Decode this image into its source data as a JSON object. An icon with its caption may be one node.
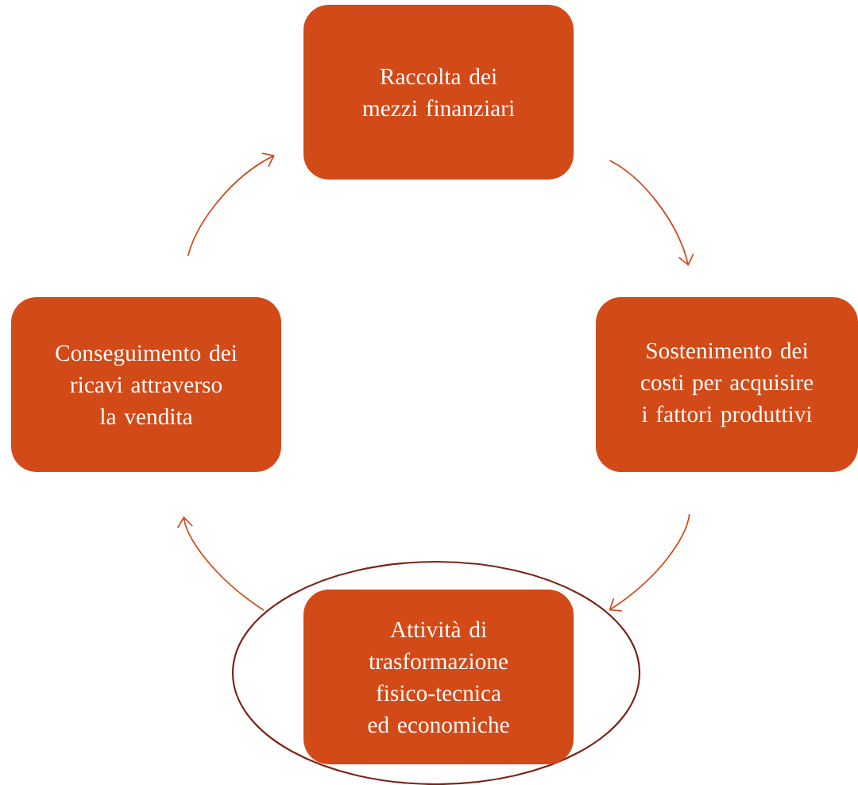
{
  "diagram": {
    "nodes": [
      {
        "text": [
          "Raccolta dei mezzi finanziari"
        ]
      },
      {
        "text": [
          "Sostenimento dei costi per acquisire i fattori produttivi"
        ]
      },
      {
        "text": [],
        "shape": "ellipse"
      },
      {
        "text": [
          "Attività di trasformazione fisico-tecnica ed economiche"
        ],
        "in": 2
      },
      {
        "text": [
          "Conseguimento dei ricavi attraverso la vendita"
        ]
      }
    ],
    "edges": [
      {
        "from": 0,
        "to": 1,
        "arrow": "to"
      },
      {
        "from": 1,
        "to": 2,
        "arrow": "to"
      },
      {
        "from": 2,
        "to": 4,
        "arrow": "to"
      },
      {
        "from": 4,
        "to": 0,
        "arrow": "to"
      }
    ]
  }
}
